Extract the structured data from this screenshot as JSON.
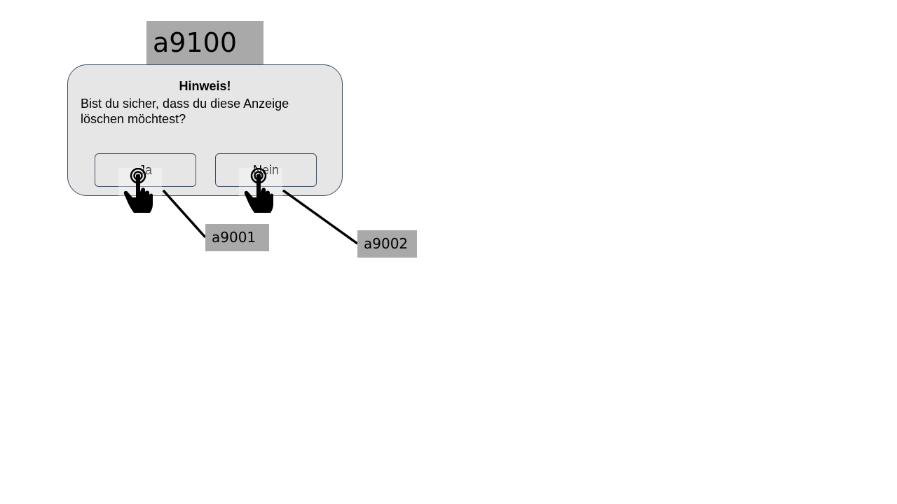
{
  "screen": {
    "id_label": "a9100"
  },
  "dialog": {
    "title": "Hinweis!",
    "message_line1": "Bist du sicher, dass du diese Anzeige",
    "message_line2": "löschen möchtest?",
    "yes_label": "Ja",
    "no_label": "Nein"
  },
  "callouts": [
    {
      "label": "a9001",
      "target": "yes-button"
    },
    {
      "label": "a9002",
      "target": "no-button"
    }
  ],
  "icons": {
    "tap": "tap-hand-icon"
  },
  "colors": {
    "label_bg": "#a9a9a9",
    "dialog_bg": "#e6e6e6",
    "dialog_border": "#3f4f63"
  }
}
